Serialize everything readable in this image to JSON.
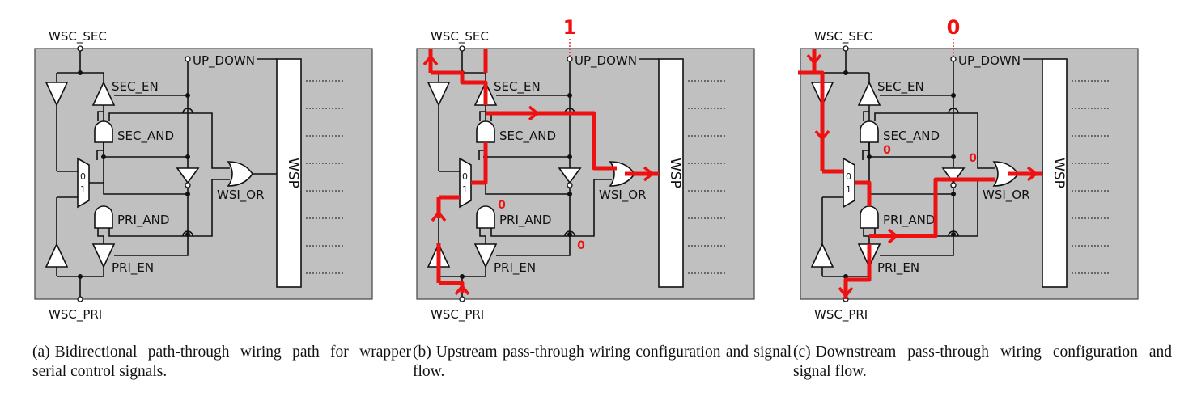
{
  "panels": [
    {
      "id": "a",
      "labels": {
        "wsc_sec": "WSC_SEC",
        "up_down": "UP_DOWN",
        "sec_en": "SEC_EN",
        "sec_and": "SEC_AND",
        "wsi_or": "WSI_OR",
        "pri_and": "PRI_AND",
        "pri_en": "PRI_EN",
        "wsc_pri": "WSC_PRI",
        "wsp": "WSP"
      },
      "mux_inputs": [
        "0",
        "1"
      ],
      "values": {},
      "caption": {
        "tag": "(a)",
        "text": "Bidirectional path-through wiring path for wrapper serial control signals."
      }
    },
    {
      "id": "b",
      "labels": {
        "wsc_sec": "WSC_SEC",
        "up_down": "UP_DOWN",
        "sec_en": "SEC_EN",
        "sec_and": "SEC_AND",
        "wsi_or": "WSI_OR",
        "pri_and": "PRI_AND",
        "pri_en": "PRI_EN",
        "wsc_pri": "WSC_PRI",
        "wsp": "WSP"
      },
      "mux_inputs": [
        "0",
        "1"
      ],
      "values": {
        "up_down": "1",
        "pri_and_out": "0",
        "pri_en_ctrl": "0"
      },
      "highlight_path": "upstream",
      "highlight_color": "#ee1111",
      "caption": {
        "tag": "(b)",
        "text": "Upstream pass-through wiring configuration and signal flow."
      }
    },
    {
      "id": "c",
      "labels": {
        "wsc_sec": "WSC_SEC",
        "up_down": "UP_DOWN",
        "sec_en": "SEC_EN",
        "sec_and": "SEC_AND",
        "wsi_or": "WSI_OR",
        "pri_and": "PRI_AND",
        "pri_en": "PRI_EN",
        "wsc_pri": "WSC_PRI",
        "wsp": "WSP"
      },
      "mux_inputs": [
        "0",
        "1"
      ],
      "values": {
        "up_down": "0",
        "sec_and_out": "0",
        "or_in": "0"
      },
      "highlight_path": "downstream",
      "highlight_color": "#ee1111",
      "caption": {
        "tag": "(c)",
        "text": "Downstream pass-through wiring configuration and signal flow."
      }
    }
  ],
  "colors": {
    "panel_fill": "#c0c0c0",
    "wire": "#111111",
    "highlight": "#ee1111",
    "wsp_fill": "#ffffff"
  }
}
